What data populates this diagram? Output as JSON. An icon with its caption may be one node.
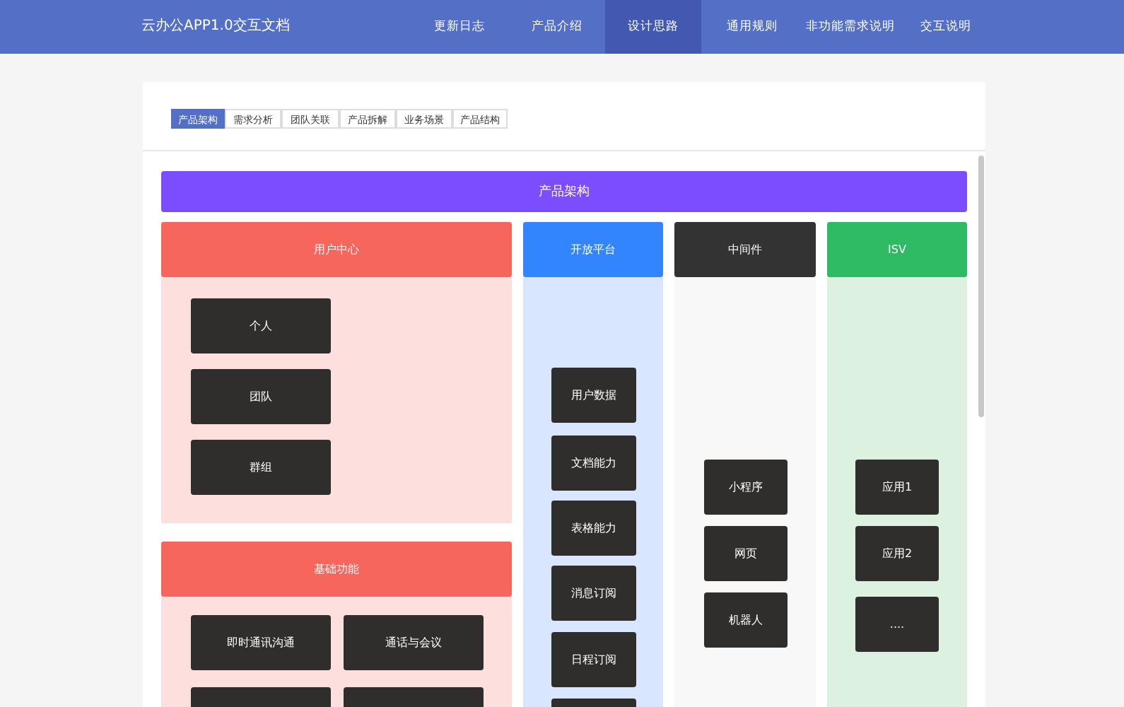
{
  "diagram": {
    "title": "云办公APP1.0交互文档",
    "nodes": [
      {
        "text": [
          "产品架构"
        ]
      },
      {
        "text": [
          "用户中心"
        ]
      },
      {
        "text": [
          "个人"
        ],
        "in": 1
      },
      {
        "text": [
          "团队"
        ],
        "in": 1
      },
      {
        "text": [
          "群组"
        ],
        "in": 1
      },
      {
        "text": [
          "基础功能"
        ]
      },
      {
        "text": [
          "即时通讯沟通"
        ],
        "in": 5
      },
      {
        "text": [
          "通话与会议"
        ],
        "in": 5
      },
      {
        "text": [],
        "shape": "box",
        "in": 5
      },
      {
        "text": [],
        "shape": "box",
        "in": 5
      },
      {
        "text": [
          "开放平台"
        ]
      },
      {
        "text": [
          "用户数据"
        ],
        "in": 10
      },
      {
        "text": [
          "文档能力"
        ],
        "in": 10
      },
      {
        "text": [
          "表格能力"
        ],
        "in": 10
      },
      {
        "text": [
          "消息订阅"
        ],
        "in": 10
      },
      {
        "text": [
          "日程订阅"
        ],
        "in": 10
      },
      {
        "text": [],
        "shape": "box",
        "in": 10
      },
      {
        "text": [
          "中间件"
        ]
      },
      {
        "text": [
          "小程序"
        ],
        "in": 17
      },
      {
        "text": [
          "网页"
        ],
        "in": 17
      },
      {
        "text": [
          "机器人"
        ],
        "in": 17
      },
      {
        "text": [
          "ISV"
        ]
      },
      {
        "text": [
          "应用1"
        ],
        "in": 21
      },
      {
        "text": [
          "应用2"
        ],
        "in": 21
      },
      {
        "text": [
          "...."
        ],
        "in": 21
      }
    ],
    "labels": [
      "更新日志",
      "产品介绍",
      "设计思路",
      "通用规则",
      "非功能需求说明",
      "交互说明",
      "产品架构",
      "需求分析",
      "团队关联",
      "产品拆解",
      "业务场景",
      "产品结构"
    ]
  }
}
